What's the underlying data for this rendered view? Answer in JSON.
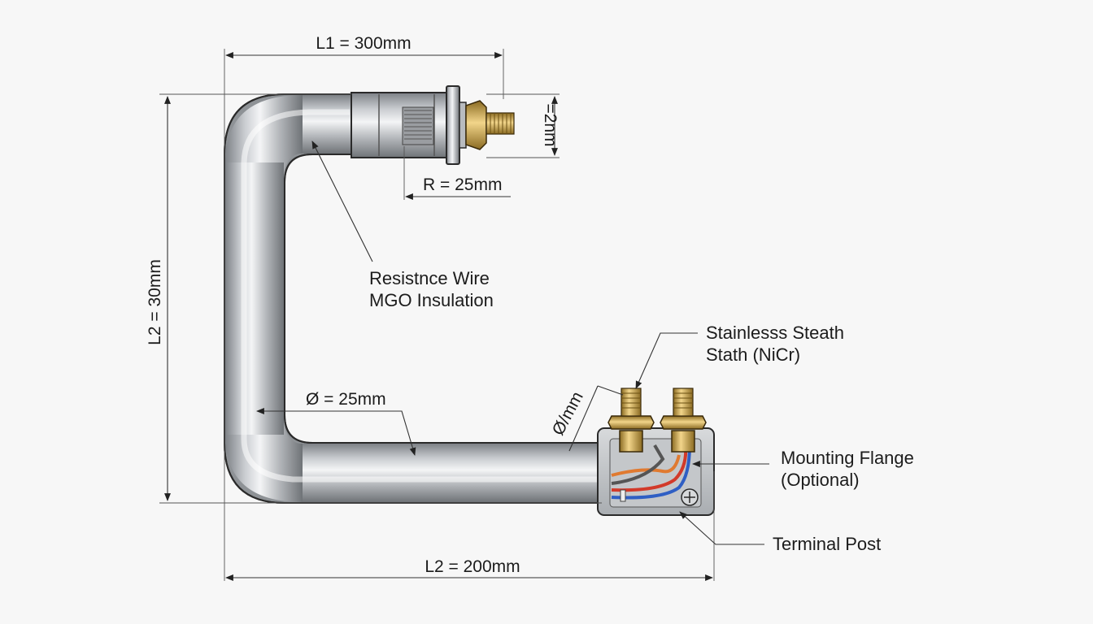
{
  "dimensions": {
    "l1": "L1 = 300mm",
    "l2_vertical": "L2 = 30mm",
    "l2_horizontal": "L2 = 200mm",
    "radius": "R = 25mm",
    "diameter": "Ø = 25mm",
    "thread": "=2nm",
    "diameter_small": "Ø/mm"
  },
  "labels": {
    "resistance_line1": "Resistnce Wire",
    "resistance_line2": "MGO Insulation",
    "sheath_line1": "Stainlesss Steath",
    "sheath_line2": "Stath (NiCr)",
    "flange_line1": "Mounting Flange",
    "flange_line2": "(Optional)",
    "terminal": "Terminal Post"
  },
  "colors": {
    "background": "#f7f7f7",
    "tube_mid": "#b9bcc0",
    "brass": "#c9a24a",
    "wire_red": "#d23a2a",
    "wire_blue": "#2f5fc4",
    "wire_orange": "#e07a30"
  }
}
